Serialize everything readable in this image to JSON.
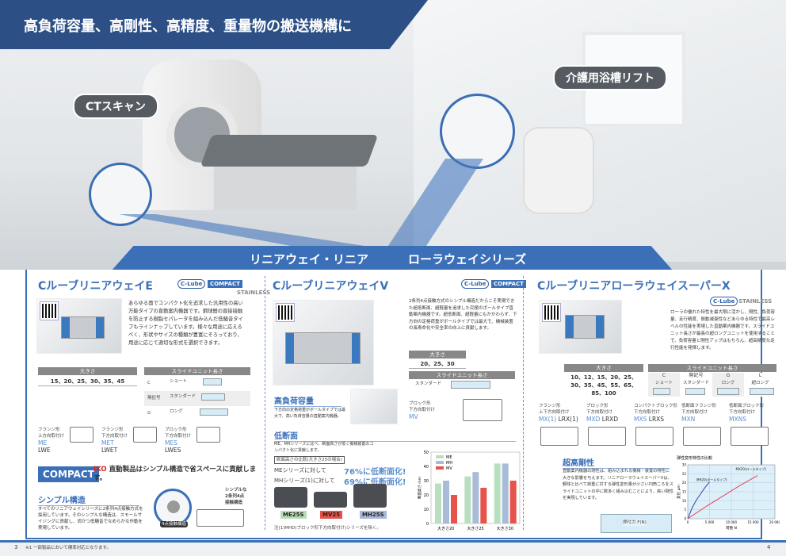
{
  "hero": {
    "title": "高負荷容量、高剛性、高精度、重量物の搬送機構に",
    "ct_label": "CTスキャン",
    "lift_label": "介護用浴槽リフト"
  },
  "series_band": {
    "left": "リニアウェイ・リニア",
    "right": "ローラウェイシリーズ"
  },
  "logos": {
    "clube": "C-Lube",
    "compact": "COMPACT",
    "stainless": "STAINLESS",
    "note_mark": "※1"
  },
  "col1": {
    "title": "CルーブリニアウェイE",
    "desc": "あらゆる面でコンパクト化を追求した汎用性の高い万能タイプの直動案内機器です。鋼球間の直接接触を防止する樹脂セパレータを組み込んだ低騒音タイプもラインナップしています。様々な用途に応えるべく、形状やサイズの種類が豊富にそろっており、用途に応じて適切な形式を選択できます。",
    "size_header": "大きさ",
    "sizes": "15、20、25、30、35、45",
    "length_header": "スライドユニット長さ",
    "lengths": [
      {
        "code": "C",
        "name": "ショート"
      },
      {
        "code": "無記号",
        "name": "スタンダード"
      },
      {
        "code": "G",
        "name": "ロング"
      }
    ],
    "types": [
      {
        "label": "フランジ形\n上方向取付け",
        "m1": "ME",
        "m2": "LWE"
      },
      {
        "label": "フランジ形\n下方向取付け",
        "m1": "MET",
        "m2": "LWET"
      },
      {
        "label": "ブロック形\n下方向取付け",
        "m1": "MES",
        "m2": "LWES"
      }
    ],
    "compact_msg_brand": "IKO",
    "compact_msg": "直動製品はシンプル構造で省スペースに貢献します。",
    "simple_title": "シンプル構造",
    "simple_desc": "すべてのリニアウェイシリーズに2条列4点接触方式を採用しています。そのシンプルな構造は、スモールサイジングに貢献し、尚かつ低騒音でなめらかな作動を実現しています。",
    "contact_label": "4点接触構造",
    "simple_callout": "シンプルな\n2条列4点\n接触構造"
  },
  "col2": {
    "title": "CルーブリニアウェイV",
    "desc": "2条列4点接触方式のシンプル構造だからこそ実現できた超低断面、超軽量を追求した究極のボールタイプ直動案内機器です。超低断面、超軽量にもかかわらず、下方向の定格荷重がボールタイプでは最大で、機械装置の長寿命化や安全率の向上に貢献します。",
    "size_header": "大きさ",
    "sizes": "20、25、30",
    "length_header": "スライドユニット長さ",
    "length_std": "スタンダード",
    "type_label": "ブロック形\n下方向取付け",
    "type_model": "MV",
    "load_title": "高負荷容量",
    "load_desc": "下方向の定格荷重がボールタイプでは最大で、高い負荷容量の直動案内機器。",
    "low_title": "低断面",
    "low_desc": "ME、MHシリーズに比べ、断面高さが低く機械装置のコンパクト化に貢献します。",
    "compare_label": "断面高さの比較(大きさ25の場合)",
    "me_line": "MEシリーズに対して",
    "me_pct": "76%に低断面化!",
    "mh_line": "MHシリーズ(1)に対して",
    "mh_pct": "69%に低断面化!",
    "sections": [
      "ME25S",
      "MV25",
      "MH25S"
    ],
    "section_colors": [
      "#b8dcb8",
      "#e5534b",
      "#a8b8d8"
    ],
    "note": "注(1)MHD(ブロック形下方向取付け)シリーズを除く。"
  },
  "col3": {
    "title": "CルーブリニアローラウェイスーパーX",
    "desc": "ローラの優れた特性を最大限に活かし、剛性、負荷容量、走行精度、振動減衰性などあらゆる特性で最高レベルの性能を実現した直動案内機器です。スライドユニット長さが最長の超ロングユニットを使用することで、負荷容量と剛性アップはもちろん、超高精度な走行性能を発揮します。",
    "size_header": "大きさ",
    "sizes": "10、12、15、20、25、30、35、45、55、65、85、100",
    "length_header": "スライドユニット長さ",
    "lengths": [
      {
        "code": "C",
        "name": "ショート"
      },
      {
        "code": "無記号",
        "name": "スタンダード"
      },
      {
        "code": "G",
        "name": "ロング"
      },
      {
        "code": "L",
        "name": "超ロング"
      }
    ],
    "types": [
      {
        "label": "フランジ形\n上下方向取付け",
        "m1": "MX(1)",
        "m2": "LRX(1)"
      },
      {
        "label": "ブロック形\n下方向取付け",
        "m1": "MXD",
        "m2": "LRXD"
      },
      {
        "label": "コンパクトブロック形\n下方向取付け",
        "m1": "MXS",
        "m2": "LRXS"
      },
      {
        "label": "低断面フランジ形\n下方向取付け",
        "m1": "MXN",
        "m2": ""
      },
      {
        "label": "低断面ブロック形\n下方向取付け",
        "m1": "MXNS",
        "m2": ""
      }
    ],
    "rigid_title": "超高剛性",
    "rigid_desc": "直動案内機器の剛性は、組み込まれる機械・装置の特性に大きな影響を与えます。リニアローラウェイスーパーXは、鋼球と比べて荷重に対する弾性変形量が小さい円筒ころをスライドユニットの中に数多く組み込むことにより、高い剛性を実現しています。",
    "force_label": "押付力 F(N)"
  },
  "chart_data": [
    {
      "type": "bar",
      "categories": [
        "大きさ20",
        "大きさ25",
        "大きさ30"
      ],
      "ylabel": "断面高さ mm",
      "ylim": [
        0,
        50
      ],
      "yticks": [
        0,
        10,
        20,
        30,
        40,
        50
      ],
      "legend": "top-left",
      "grid": false,
      "series": [
        {
          "name": "ME",
          "values": [
            28,
            33,
            42
          ],
          "color": "#b8e0c0"
        },
        {
          "name": "MH",
          "values": [
            30,
            36,
            42
          ],
          "color": "#a8bcd8"
        },
        {
          "name": "MV",
          "values": [
            20,
            25,
            30
          ],
          "color": "#e5534b"
        }
      ]
    },
    {
      "type": "line",
      "title": "弾性変形特性の比較",
      "xlabel": "荷重 N",
      "ylabel": "変位 μm",
      "xlim": [
        0,
        20000
      ],
      "ylim": [
        0,
        30
      ],
      "xticks": [
        "0",
        "5 000",
        "10 000",
        "15 000",
        "20 000"
      ],
      "yticks": [
        0,
        5,
        10,
        15,
        20,
        25,
        30
      ],
      "grid": true,
      "series": [
        {
          "name": "MH20(ボールタイプ)",
          "color": "#3344aa",
          "x": [
            0,
            1000,
            2000,
            3000,
            4000,
            5000
          ],
          "y": [
            0,
            6,
            10.5,
            14,
            17.5,
            20.5
          ]
        },
        {
          "name": "MX20(ローラタイプ)",
          "color": "#e8405a",
          "x": [
            0,
            4000,
            8000,
            12000,
            16000
          ],
          "y": [
            0,
            6.5,
            12.5,
            18.5,
            24
          ]
        }
      ]
    }
  ],
  "footer": {
    "page_left": "3",
    "page_right": "4",
    "footnote": "※1 一部製品において標準対応となります。"
  }
}
